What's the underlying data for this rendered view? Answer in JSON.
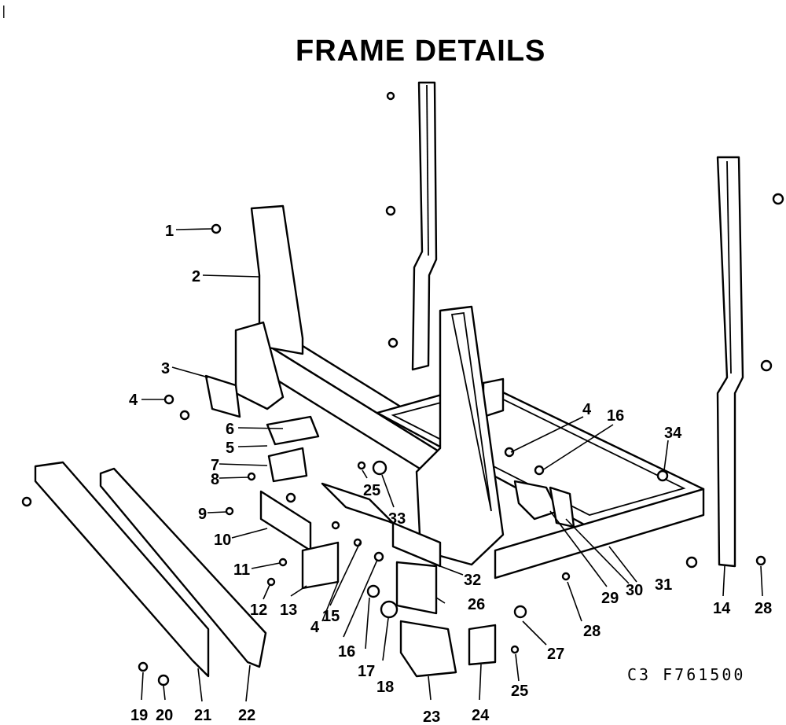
{
  "title": "FRAME DETAILS",
  "reference_code": "C3 F761500",
  "corner_mark": "|",
  "callouts": [
    {
      "id": "c1",
      "label": "1"
    },
    {
      "id": "c2",
      "label": "2"
    },
    {
      "id": "c3",
      "label": "3"
    },
    {
      "id": "c4a",
      "label": "4"
    },
    {
      "id": "c4b",
      "label": "4"
    },
    {
      "id": "c4c",
      "label": "4"
    },
    {
      "id": "c5",
      "label": "5"
    },
    {
      "id": "c6",
      "label": "6"
    },
    {
      "id": "c7",
      "label": "7"
    },
    {
      "id": "c8",
      "label": "8"
    },
    {
      "id": "c9",
      "label": "9"
    },
    {
      "id": "c10",
      "label": "10"
    },
    {
      "id": "c11",
      "label": "11"
    },
    {
      "id": "c12",
      "label": "12"
    },
    {
      "id": "c13",
      "label": "13"
    },
    {
      "id": "c14",
      "label": "14"
    },
    {
      "id": "c15",
      "label": "15"
    },
    {
      "id": "c16a",
      "label": "16"
    },
    {
      "id": "c16b",
      "label": "16"
    },
    {
      "id": "c17",
      "label": "17"
    },
    {
      "id": "c18",
      "label": "18"
    },
    {
      "id": "c19",
      "label": "19"
    },
    {
      "id": "c20",
      "label": "20"
    },
    {
      "id": "c21",
      "label": "21"
    },
    {
      "id": "c22",
      "label": "22"
    },
    {
      "id": "c23",
      "label": "23"
    },
    {
      "id": "c24",
      "label": "24"
    },
    {
      "id": "c25a",
      "label": "25"
    },
    {
      "id": "c25b",
      "label": "25"
    },
    {
      "id": "c26",
      "label": "26"
    },
    {
      "id": "c27",
      "label": "27"
    },
    {
      "id": "c28a",
      "label": "28"
    },
    {
      "id": "c28b",
      "label": "28"
    },
    {
      "id": "c29",
      "label": "29"
    },
    {
      "id": "c30",
      "label": "30"
    },
    {
      "id": "c31",
      "label": "31"
    },
    {
      "id": "c32",
      "label": "32"
    },
    {
      "id": "c33",
      "label": "33"
    },
    {
      "id": "c34",
      "label": "34"
    }
  ]
}
